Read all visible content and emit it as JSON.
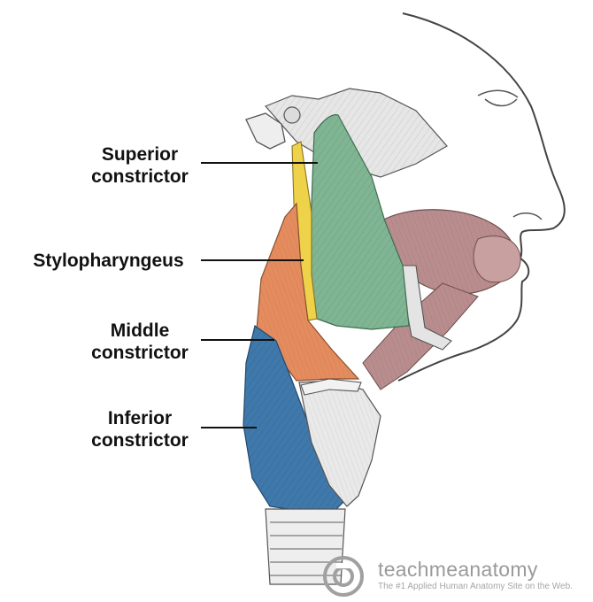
{
  "labels": {
    "superior": [
      "Superior",
      "constrictor"
    ],
    "stylopharyngeus": [
      "Stylopharyngeus"
    ],
    "middle": [
      "Middle",
      "constrictor"
    ],
    "inferior": [
      "Inferior",
      "constrictor"
    ]
  },
  "watermark": {
    "name": "teachmeanatomy",
    "tagline": "The #1 Applied Human Anatomy Site on the Web."
  },
  "colors": {
    "superior_constrictor": "#7fb592",
    "stylopharyngeus": "#eed34a",
    "middle_constrictor": "#e58c5f",
    "inferior_constrictor": "#3f78ab",
    "facial_muscle": "#b98d8d",
    "outline": "#444444"
  }
}
